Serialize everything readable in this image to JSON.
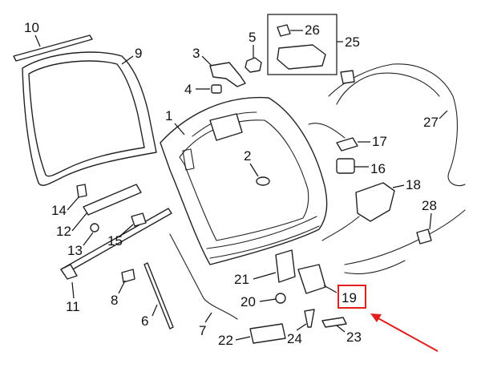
{
  "callouts": {
    "c1": "1",
    "c2": "2",
    "c3": "3",
    "c4": "4",
    "c5": "5",
    "c6": "6",
    "c7": "7",
    "c8": "8",
    "c9": "9",
    "c10": "10",
    "c11": "11",
    "c12": "12",
    "c13": "13",
    "c14": "14",
    "c15": "15",
    "c16": "16",
    "c17": "17",
    "c18": "18",
    "c19": "19",
    "c20": "20",
    "c21": "21",
    "c22": "22",
    "c23": "23",
    "c24": "24",
    "c25": "25",
    "c26": "26",
    "c27": "27",
    "c28": "28"
  },
  "colors": {
    "line": "#222222",
    "highlight": "#e0201c"
  }
}
